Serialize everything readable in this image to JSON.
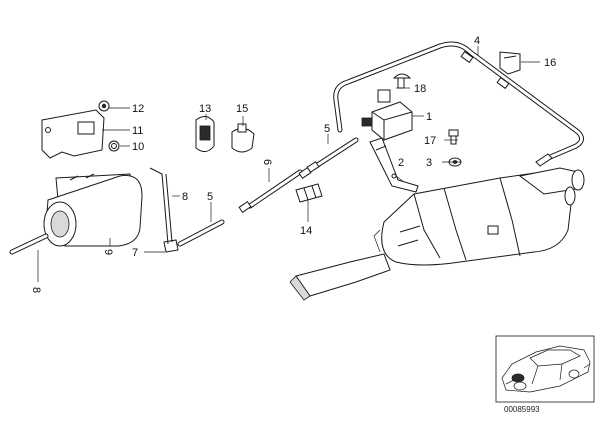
{
  "diagram": {
    "callouts": {
      "c1": "1",
      "c2": "2",
      "c3": "3",
      "c4": "4",
      "c5a": "5",
      "c5b": "5",
      "c6": "6",
      "c7": "7",
      "c8a": "8",
      "c8b": "8",
      "c9": "9",
      "c10": "10",
      "c11": "11",
      "c12": "12",
      "c13": "13",
      "c14": "14",
      "c15": "15",
      "c16": "16",
      "c17": "17",
      "c18": "18"
    },
    "reference_id": "00085993"
  }
}
